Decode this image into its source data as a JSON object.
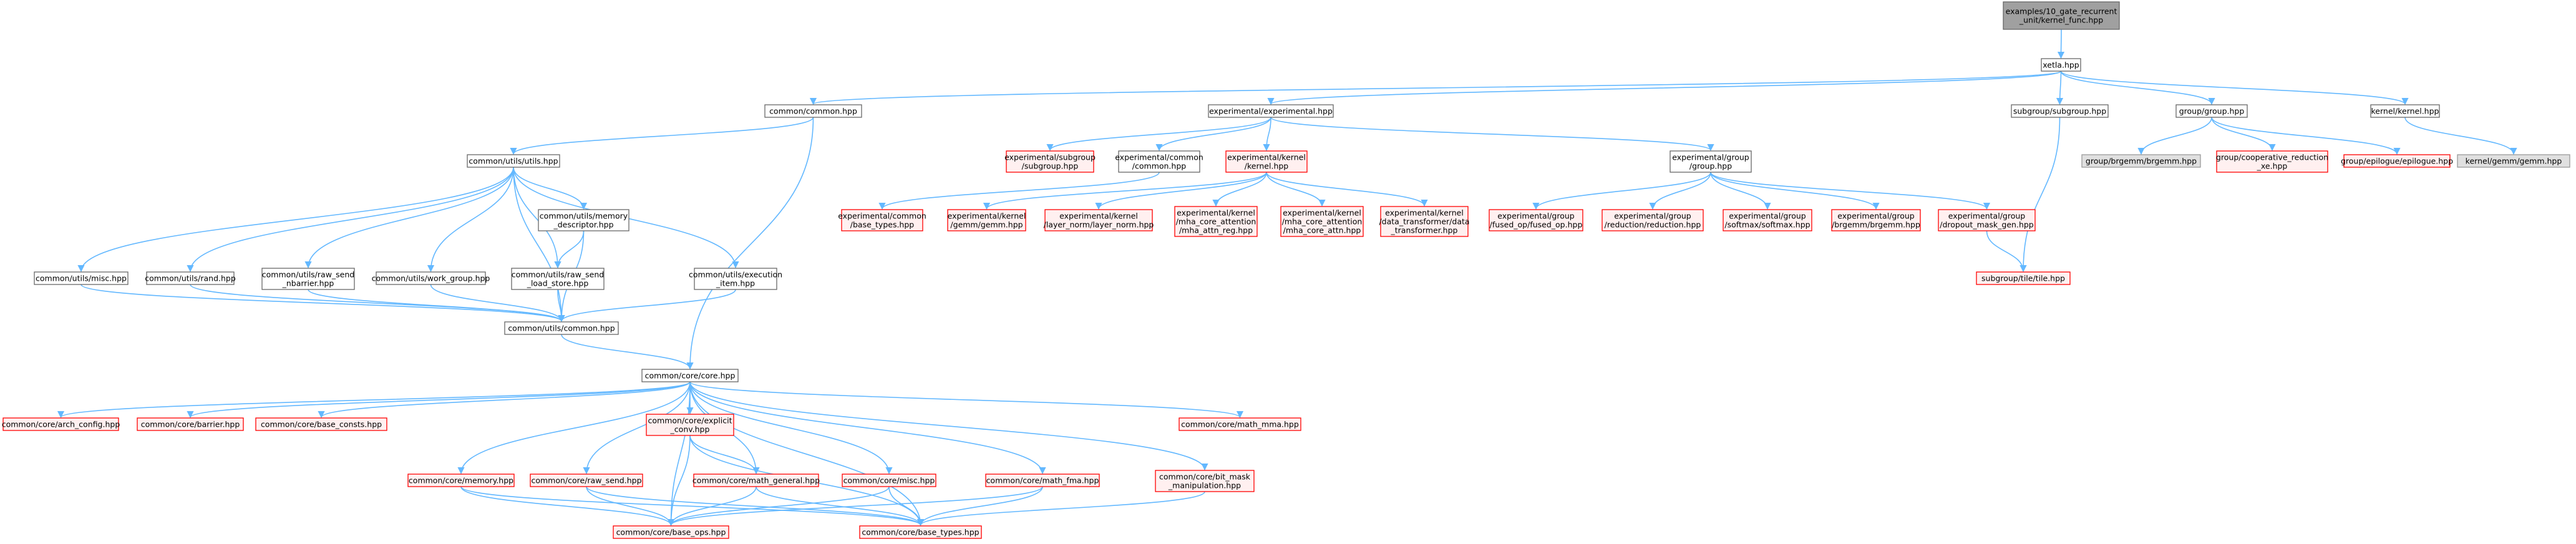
{
  "graph": {
    "nodes": [
      {
        "id": "root",
        "label": "examples/10_gate_recurrent\n_unit/kernel_func.hpp",
        "style": "root"
      },
      {
        "id": "xetla",
        "label": "xetla.hpp",
        "style": "black"
      },
      {
        "id": "common_common",
        "label": "common/common.hpp",
        "style": "black"
      },
      {
        "id": "exp_exp",
        "label": "experimental/experimental.hpp",
        "style": "black"
      },
      {
        "id": "subgroup_subgroup",
        "label": "subgroup/subgroup.hpp",
        "style": "black"
      },
      {
        "id": "group_group",
        "label": "group/group.hpp",
        "style": "black"
      },
      {
        "id": "kernel_kernel",
        "label": "kernel/kernel.hpp",
        "style": "black"
      },
      {
        "id": "utils_utils",
        "label": "common/utils/utils.hpp",
        "style": "black"
      },
      {
        "id": "exp_subgroup",
        "label": "experimental/subgroup\n/subgroup.hpp",
        "style": "red"
      },
      {
        "id": "exp_common",
        "label": "experimental/common\n/common.hpp",
        "style": "black"
      },
      {
        "id": "exp_kernel",
        "label": "experimental/kernel\n/kernel.hpp",
        "style": "red"
      },
      {
        "id": "exp_group",
        "label": "experimental/group\n/group.hpp",
        "style": "black"
      },
      {
        "id": "group_brgemm",
        "label": "group/brgemm/brgemm.hpp",
        "style": "gray"
      },
      {
        "id": "group_coop",
        "label": "group/cooperative_reduction\n_xe.hpp",
        "style": "red"
      },
      {
        "id": "group_epilogue",
        "label": "group/epilogue/epilogue.hpp",
        "style": "red"
      },
      {
        "id": "kernel_gemm",
        "label": "kernel/gemm/gemm.hpp",
        "style": "gray"
      },
      {
        "id": "utils_memdesc",
        "label": "common/utils/memory\n_descriptor.hpp",
        "style": "black"
      },
      {
        "id": "exp_common_base",
        "label": "experimental/common\n/base_types.hpp",
        "style": "red"
      },
      {
        "id": "exp_kernel_gemm",
        "label": "experimental/kernel\n/gemm/gemm.hpp",
        "style": "red"
      },
      {
        "id": "exp_kernel_ln",
        "label": "experimental/kernel\n/layer_norm/layer_norm.hpp",
        "style": "red"
      },
      {
        "id": "exp_kernel_mha_reg",
        "label": "experimental/kernel\n/mha_core_attention\n/mha_attn_reg.hpp",
        "style": "red"
      },
      {
        "id": "exp_kernel_mha_core",
        "label": "experimental/kernel\n/mha_core_attention\n/mha_core_attn.hpp",
        "style": "red"
      },
      {
        "id": "exp_kernel_dt",
        "label": "experimental/kernel\n/data_transformer/data\n_transformer.hpp",
        "style": "red"
      },
      {
        "id": "exp_group_fused",
        "label": "experimental/group\n/fused_op/fused_op.hpp",
        "style": "red"
      },
      {
        "id": "exp_group_red",
        "label": "experimental/group\n/reduction/reduction.hpp",
        "style": "red"
      },
      {
        "id": "exp_group_softmax",
        "label": "experimental/group\n/softmax/softmax.hpp",
        "style": "red"
      },
      {
        "id": "exp_group_brgemm",
        "label": "experimental/group\n/brgemm/brgemm.hpp",
        "style": "red"
      },
      {
        "id": "exp_group_dropout",
        "label": "experimental/group\n/dropout_mask_gen.hpp",
        "style": "red"
      },
      {
        "id": "utils_exec",
        "label": "common/utils/execution\n_item.hpp",
        "style": "black"
      },
      {
        "id": "utils_misc",
        "label": "common/utils/misc.hpp",
        "style": "black"
      },
      {
        "id": "utils_rand",
        "label": "common/utils/rand.hpp",
        "style": "black"
      },
      {
        "id": "utils_rawsend_nb",
        "label": "common/utils/raw_send\n_nbarrier.hpp",
        "style": "black"
      },
      {
        "id": "utils_workgroup",
        "label": "common/utils/work_group.hpp",
        "style": "black"
      },
      {
        "id": "utils_rawsend_ls",
        "label": "common/utils/raw_send\n_load_store.hpp",
        "style": "black"
      },
      {
        "id": "subgroup_tile",
        "label": "subgroup/tile/tile.hpp",
        "style": "red"
      },
      {
        "id": "utils_common",
        "label": "common/utils/common.hpp",
        "style": "black"
      },
      {
        "id": "core_core",
        "label": "common/core/core.hpp",
        "style": "black"
      },
      {
        "id": "core_arch",
        "label": "common/core/arch_config.hpp",
        "style": "red"
      },
      {
        "id": "core_barrier",
        "label": "common/core/barrier.hpp",
        "style": "red"
      },
      {
        "id": "core_base_consts",
        "label": "common/core/base_consts.hpp",
        "style": "red"
      },
      {
        "id": "core_explicit",
        "label": "common/core/explicit\n_conv.hpp",
        "style": "red"
      },
      {
        "id": "core_mma",
        "label": "common/core/math_mma.hpp",
        "style": "red"
      },
      {
        "id": "core_bitmask",
        "label": "common/core/bit_mask\n_manipulation.hpp",
        "style": "red"
      },
      {
        "id": "core_memory",
        "label": "common/core/memory.hpp",
        "style": "red"
      },
      {
        "id": "core_rawsend",
        "label": "common/core/raw_send.hpp",
        "style": "red"
      },
      {
        "id": "core_math_general",
        "label": "common/core/math_general.hpp",
        "style": "red"
      },
      {
        "id": "core_misc",
        "label": "common/core/misc.hpp",
        "style": "red"
      },
      {
        "id": "core_fma",
        "label": "common/core/math_fma.hpp",
        "style": "red"
      },
      {
        "id": "core_base_ops",
        "label": "common/core/base_ops.hpp",
        "style": "red"
      },
      {
        "id": "core_base_types",
        "label": "common/core/base_types.hpp",
        "style": "red"
      }
    ],
    "edges": [
      [
        "root",
        "xetla"
      ],
      [
        "xetla",
        "common_common"
      ],
      [
        "xetla",
        "exp_exp"
      ],
      [
        "xetla",
        "subgroup_subgroup"
      ],
      [
        "xetla",
        "group_group"
      ],
      [
        "xetla",
        "kernel_kernel"
      ],
      [
        "common_common",
        "utils_utils"
      ],
      [
        "common_common",
        "core_core"
      ],
      [
        "exp_exp",
        "exp_subgroup"
      ],
      [
        "exp_exp",
        "exp_common"
      ],
      [
        "exp_exp",
        "exp_kernel"
      ],
      [
        "exp_exp",
        "exp_group"
      ],
      [
        "subgroup_subgroup",
        "subgroup_tile"
      ],
      [
        "group_group",
        "group_brgemm"
      ],
      [
        "group_group",
        "group_coop"
      ],
      [
        "group_group",
        "group_epilogue"
      ],
      [
        "kernel_kernel",
        "kernel_gemm"
      ],
      [
        "exp_common",
        "exp_common_base"
      ],
      [
        "exp_kernel",
        "exp_kernel_gemm"
      ],
      [
        "exp_kernel",
        "exp_kernel_ln"
      ],
      [
        "exp_kernel",
        "exp_kernel_mha_reg"
      ],
      [
        "exp_kernel",
        "exp_kernel_mha_core"
      ],
      [
        "exp_kernel",
        "exp_kernel_dt"
      ],
      [
        "exp_group",
        "exp_group_fused"
      ],
      [
        "exp_group",
        "exp_group_red"
      ],
      [
        "exp_group",
        "exp_group_softmax"
      ],
      [
        "exp_group",
        "exp_group_brgemm"
      ],
      [
        "exp_group",
        "exp_group_dropout"
      ],
      [
        "exp_group_dropout",
        "subgroup_tile"
      ],
      [
        "utils_utils",
        "utils_misc"
      ],
      [
        "utils_utils",
        "utils_rand"
      ],
      [
        "utils_utils",
        "utils_rawsend_nb"
      ],
      [
        "utils_utils",
        "utils_workgroup"
      ],
      [
        "utils_utils",
        "utils_memdesc"
      ],
      [
        "utils_utils",
        "utils_rawsend_ls"
      ],
      [
        "utils_utils",
        "utils_exec"
      ],
      [
        "utils_utils",
        "utils_common"
      ],
      [
        "utils_memdesc",
        "utils_rawsend_ls"
      ],
      [
        "utils_memdesc",
        "utils_common"
      ],
      [
        "utils_misc",
        "utils_common"
      ],
      [
        "utils_rand",
        "utils_common"
      ],
      [
        "utils_rawsend_nb",
        "utils_common"
      ],
      [
        "utils_workgroup",
        "utils_common"
      ],
      [
        "utils_rawsend_ls",
        "utils_common"
      ],
      [
        "utils_exec",
        "utils_common"
      ],
      [
        "utils_common",
        "core_core"
      ],
      [
        "core_core",
        "core_arch"
      ],
      [
        "core_core",
        "core_barrier"
      ],
      [
        "core_core",
        "core_base_consts"
      ],
      [
        "core_core",
        "core_explicit"
      ],
      [
        "core_core",
        "core_mma"
      ],
      [
        "core_core",
        "core_bitmask"
      ],
      [
        "core_core",
        "core_memory"
      ],
      [
        "core_core",
        "core_rawsend"
      ],
      [
        "core_core",
        "core_math_general"
      ],
      [
        "core_core",
        "core_misc"
      ],
      [
        "core_core",
        "core_fma"
      ],
      [
        "core_core",
        "core_base_ops"
      ],
      [
        "core_core",
        "core_base_types"
      ],
      [
        "core_explicit",
        "core_base_ops"
      ],
      [
        "core_explicit",
        "core_math_general"
      ],
      [
        "core_explicit",
        "core_base_types"
      ],
      [
        "core_memory",
        "core_base_ops"
      ],
      [
        "core_memory",
        "core_base_types"
      ],
      [
        "core_rawsend",
        "core_base_ops"
      ],
      [
        "core_rawsend",
        "core_base_types"
      ],
      [
        "core_math_general",
        "core_base_ops"
      ],
      [
        "core_math_general",
        "core_base_types"
      ],
      [
        "core_misc",
        "core_base_ops"
      ],
      [
        "core_misc",
        "core_base_types"
      ],
      [
        "core_fma",
        "core_base_ops"
      ],
      [
        "core_fma",
        "core_base_types"
      ],
      [
        "core_bitmask",
        "core_base_types"
      ]
    ]
  }
}
